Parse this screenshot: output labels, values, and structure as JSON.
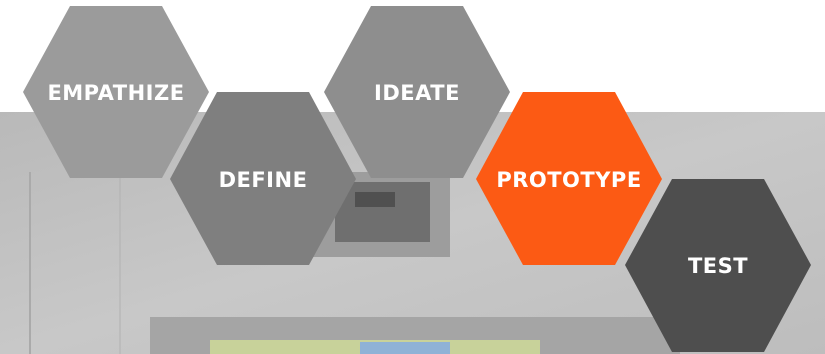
{
  "stages": [
    {
      "key": "empathize",
      "label": "EMPATHIZE",
      "color": "#9b9b9b"
    },
    {
      "key": "define",
      "label": "DEFINE",
      "color": "#7f7f7f"
    },
    {
      "key": "ideate",
      "label": "IDEATE",
      "color": "#8e8e8e"
    },
    {
      "key": "prototype",
      "label": "PROTOTYPE",
      "color": "#fc5a14"
    },
    {
      "key": "test",
      "label": "TEST",
      "color": "#4e4e4e"
    }
  ]
}
